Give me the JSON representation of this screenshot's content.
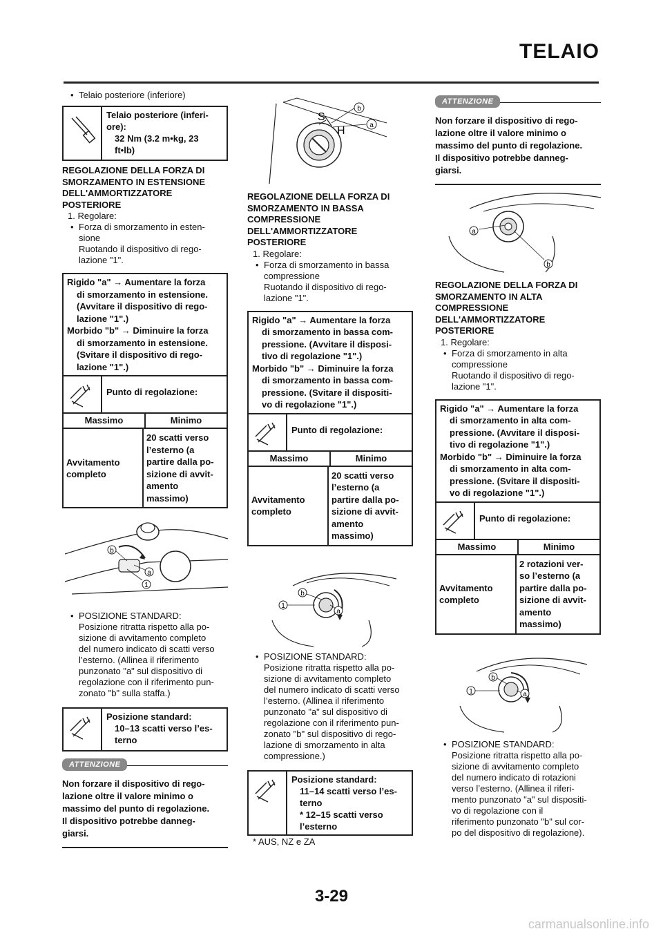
{
  "header": {
    "title": "TELAIO"
  },
  "page_number": "3-29",
  "watermark": "carmanualsonline.info",
  "col1": {
    "bullet1": "Telaio posteriore (inferiore)",
    "torque": {
      "l1": "Telaio posteriore (inferi-",
      "l2": "ore):",
      "l3": "32 Nm (3.2 m•kg, 23",
      "l4": "ft•lb)"
    },
    "heading": [
      "REGOLAZIONE DELLA FORZA DI",
      "SMORZAMENTO IN ESTENSIONE",
      "DELL'AMMORTIZZATORE",
      "POSTERIORE"
    ],
    "step": "1.  Regolare:",
    "bullet2": [
      "Forza di smorzamento in esten-",
      "sione"
    ],
    "rot": [
      "Ruotando il dispositivo di rego-",
      "lazione \"1\"."
    ],
    "note": [
      "Rigido \"a\" → Aumentare la forza",
      "di smorzamento in estensione.",
      "(Avvitare il dispositivo di rego-",
      "lazione \"1\".)",
      "Morbido \"b\" → Diminuire la forza",
      "di smorzamento in estensione.",
      "(Svitare il dispositivo di rego-",
      "lazione \"1\".)"
    ],
    "table": {
      "title": "Punto di regolazione:",
      "max": "Massimo",
      "min": "Minimo",
      "left": [
        "Avvitamento",
        "completo"
      ],
      "right": [
        "20 scatti verso",
        "l’esterno (a",
        "partire dalla po-",
        "sizione di avvit-",
        "amento",
        "massimo)"
      ]
    },
    "fig_labels": [
      "b",
      "a",
      "1"
    ],
    "std_bullet": "POSIZIONE STANDARD:",
    "std_text": [
      "Posizione ritratta rispetto alla po-",
      "sizione di avvitamento completo",
      "del numero indicato di scatti verso",
      "l’esterno. (Allinea il riferimento",
      "punzonato \"a\" sul dispositivo di",
      "regolazione con il riferimento pun-",
      "zonato \"b\" sulla staffa.)"
    ],
    "std_box": [
      "Posizione standard:",
      "10–13 scatti verso l’es-",
      "terno"
    ],
    "att_badge": "ATTENZIONE",
    "att_text": [
      "Non forzare il dispositivo di rego-",
      "lazione oltre il valore minimo o",
      "massimo del punto di regolazione.",
      "Il dispositivo potrebbe danneg-",
      "giarsi."
    ]
  },
  "col2": {
    "fig_labels": [
      "b",
      "a",
      "S",
      "H"
    ],
    "heading": [
      "REGOLAZIONE DELLA FORZA DI",
      "SMORZAMENTO IN BASSA",
      "COMPRESSIONE",
      "DELL'AMMORTIZZATORE",
      "POSTERIORE"
    ],
    "step": "1.  Regolare:",
    "bullet2": [
      "Forza di smorzamento in bassa",
      "compressione"
    ],
    "rot": [
      "Ruotando il dispositivo di rego-",
      "lazione \"1\"."
    ],
    "note": [
      "Rigido \"a\" → Aumentare la forza",
      "di smorzamento in bassa com-",
      "pressione. (Avvitare il disposi-",
      "tivo di regolazione \"1\".)",
      "Morbido \"b\" → Diminuire la forza",
      "di smorzamento in bassa com-",
      "pressione. (Svitare il dispositi-",
      "vo di regolazione \"1\".)"
    ],
    "table": {
      "title": "Punto di regolazione:",
      "max": "Massimo",
      "min": "Minimo",
      "left": [
        "Avvitamento",
        "completo"
      ],
      "right": [
        "20 scatti verso",
        "l’esterno (a",
        "partire dalla po-",
        "sizione di avvit-",
        "amento",
        "massimo)"
      ]
    },
    "fig2_labels": [
      "b",
      "1",
      "a"
    ],
    "std_bullet": "POSIZIONE STANDARD:",
    "std_text": [
      "Posizione ritratta rispetto alla po-",
      "sizione di avvitamento completo",
      "del numero indicato di scatti verso",
      "l’esterno. (Allinea il riferimento",
      "punzonato \"a\" sul dispositivo di",
      "regolazione con il riferimento pun-",
      "zonato \"b\" sul dispositivo di rego-",
      "lazione di smorzamento in alta",
      "compressione.)"
    ],
    "std_box": [
      "Posizione standard:",
      "11–14 scatti verso l’es-",
      "terno",
      "* 12–15 scatti verso",
      "l’esterno"
    ],
    "footnote": "* AUS, NZ e ZA"
  },
  "col3": {
    "att_badge": "ATTENZIONE",
    "att_text": [
      "Non forzare il dispositivo di rego-",
      "lazione oltre il valore minimo o",
      "massimo del punto di regolazione.",
      "Il dispositivo potrebbe danneg-",
      "giarsi."
    ],
    "fig_labels": [
      "a",
      "b"
    ],
    "heading": [
      "REGOLAZIONE DELLA FORZA DI",
      "SMORZAMENTO IN ALTA",
      "COMPRESSIONE",
      "DELL'AMMORTIZZATORE",
      "POSTERIORE"
    ],
    "step": "1.  Regolare:",
    "bullet2": [
      "Forza di smorzamento in alta",
      "compressione"
    ],
    "rot": [
      "Ruotando il dispositivo di rego-",
      "lazione \"1\"."
    ],
    "note": [
      "Rigido \"a\" → Aumentare la forza",
      "di smorzamento in alta com-",
      "pressione. (Avvitare il disposi-",
      "tivo di regolazione \"1\".)",
      "Morbido \"b\" → Diminuire la forza",
      "di smorzamento in alta com-",
      "pressione. (Svitare il dispositi-",
      "vo di regolazione \"1\".)"
    ],
    "table": {
      "title": "Punto di regolazione:",
      "max": "Massimo",
      "min": "Minimo",
      "left": [
        "Avvitamento",
        "completo"
      ],
      "right": [
        "2 rotazioni ver-",
        "so l’esterno (a",
        "partire dalla po-",
        "sizione di avvit-",
        "amento",
        "massimo)"
      ]
    },
    "fig2_labels": [
      "b",
      "1",
      "a"
    ],
    "std_bullet": "POSIZIONE STANDARD:",
    "std_text": [
      "Posizione ritratta rispetto alla po-",
      "sizione di avvitamento completo",
      "del numero indicato di rotazioni",
      "verso l’esterno. (Allinea il riferi-",
      "mento punzonato \"a\" sul dispositi-",
      "vo di regolazione con il",
      "riferimento punzonato \"b\" sul cor-",
      "po del dispositivo di regolazione)."
    ]
  }
}
